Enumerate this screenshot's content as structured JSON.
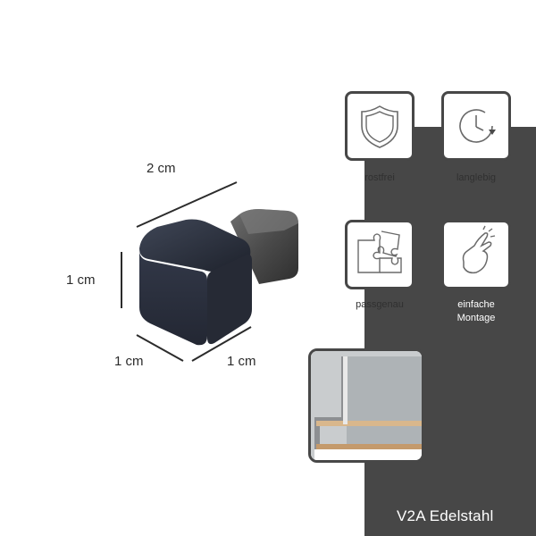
{
  "dimensions": {
    "length": "2 cm",
    "height": "1 cm",
    "depth_left": "1 cm",
    "depth_right": "1 cm"
  },
  "features": [
    {
      "label": "rostfrei",
      "icon": "shield-icon"
    },
    {
      "label": "langlebig",
      "icon": "clock-icon"
    },
    {
      "label": "passgenau",
      "icon": "puzzle-icon"
    },
    {
      "label": "einfache\nMontage",
      "icon": "hand-snap-icon"
    }
  ],
  "footer": {
    "material": "V2A Edelstahl"
  },
  "colors": {
    "panel": "#474747",
    "product": "#2f3442",
    "text": "#2b2b2b"
  }
}
